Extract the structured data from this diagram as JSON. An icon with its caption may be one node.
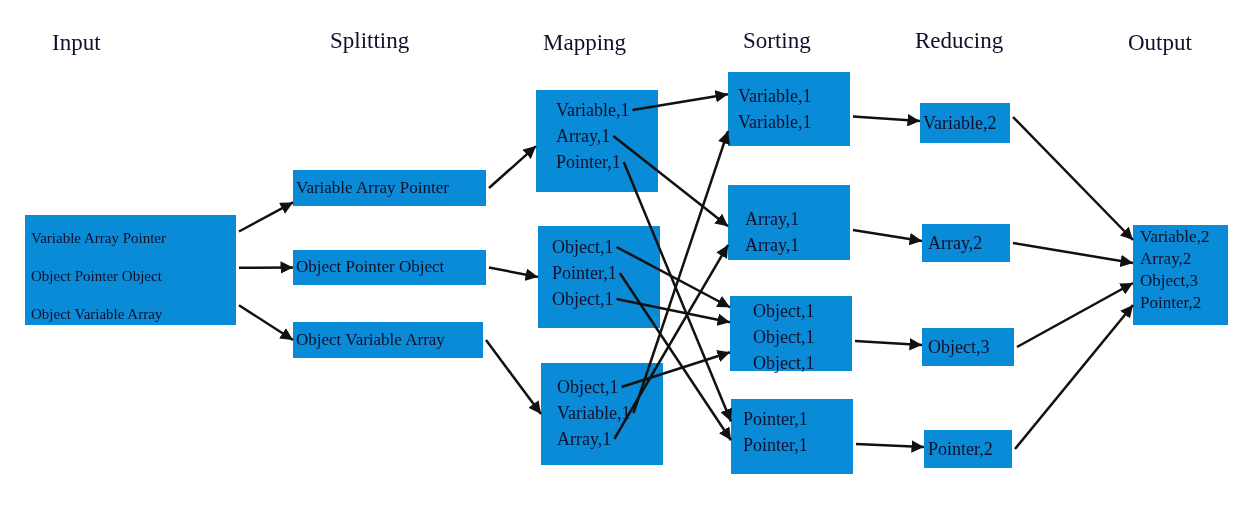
{
  "diagram": {
    "nodes": [
      {
        "text": [
          "Variable Array Pointer",
          "Object Pointer Object",
          "Object Variable Array"
        ]
      },
      {
        "text": [
          "Variable Array Pointer"
        ]
      },
      {
        "text": [
          "Object Pointer Object"
        ]
      },
      {
        "text": [
          "Object Variable Array"
        ]
      },
      {
        "text": [],
        "shape": "box"
      },
      {
        "text": [
          "Variable,1"
        ],
        "in": 4
      },
      {
        "text": [
          "Array,1"
        ],
        "in": 4
      },
      {
        "text": [
          "Pointer,1"
        ],
        "in": 4
      },
      {
        "text": [],
        "shape": "box"
      },
      {
        "text": [
          "Object,1"
        ],
        "in": 8
      },
      {
        "text": [
          "Pointer,1"
        ],
        "in": 8
      },
      {
        "text": [
          "Object,1"
        ],
        "in": 8
      },
      {
        "text": [],
        "shape": "box"
      },
      {
        "text": [
          "Object,1"
        ],
        "in": 12
      },
      {
        "text": [
          "Variable,1"
        ],
        "in": 12
      },
      {
        "text": [
          "Array,1"
        ],
        "in": 12
      },
      {
        "text": [
          "Variable,1",
          "Variable,1"
        ]
      },
      {
        "text": [
          "Array,1",
          "Array,1"
        ]
      },
      {
        "text": [
          "Object,1",
          "Object,1",
          "Object,1"
        ]
      },
      {
        "text": [
          "Pointer,1",
          "Pointer,1"
        ]
      },
      {
        "text": [
          "Variable,2"
        ]
      },
      {
        "text": [
          "Array,2"
        ]
      },
      {
        "text": [
          "Object,3"
        ]
      },
      {
        "text": [
          "Pointer,2"
        ]
      },
      {
        "text": [
          "Variable,2",
          "Array,2",
          "Object,3",
          "Pointer,2"
        ]
      }
    ],
    "edges": [
      {
        "from": 0,
        "to": 1,
        "arrow": "to"
      },
      {
        "from": 0,
        "to": 2,
        "arrow": "to"
      },
      {
        "from": 0,
        "to": 3,
        "arrow": "to"
      },
      {
        "from": 1,
        "to": 4,
        "arrow": "to"
      },
      {
        "from": 2,
        "to": 8,
        "arrow": "to"
      },
      {
        "from": 3,
        "to": 12,
        "arrow": "to"
      },
      {
        "from": 5,
        "to": 16,
        "arrow": "to"
      },
      {
        "from": 6,
        "to": 17,
        "arrow": "to"
      },
      {
        "from": 7,
        "to": 19,
        "arrow": "to"
      },
      {
        "from": 9,
        "to": 18,
        "arrow": "to"
      },
      {
        "from": 10,
        "to": 19,
        "arrow": "to"
      },
      {
        "from": 11,
        "to": 18,
        "arrow": "to"
      },
      {
        "from": 13,
        "to": 18,
        "arrow": "to"
      },
      {
        "from": 14,
        "to": 16,
        "arrow": "to"
      },
      {
        "from": 15,
        "to": 17,
        "arrow": "to"
      },
      {
        "from": 16,
        "to": 20,
        "arrow": "to"
      },
      {
        "from": 17,
        "to": 21,
        "arrow": "to"
      },
      {
        "from": 18,
        "to": 22,
        "arrow": "to"
      },
      {
        "from": 19,
        "to": 23,
        "arrow": "to"
      },
      {
        "from": 20,
        "to": 24,
        "arrow": "to"
      },
      {
        "from": 21,
        "to": 24,
        "arrow": "to"
      },
      {
        "from": 22,
        "to": 24,
        "arrow": "to"
      },
      {
        "from": 23,
        "to": 24,
        "arrow": "to"
      }
    ],
    "labels": [
      "Input",
      "Splitting",
      "Mapping",
      "Sorting",
      "Reducing",
      "Output"
    ]
  }
}
